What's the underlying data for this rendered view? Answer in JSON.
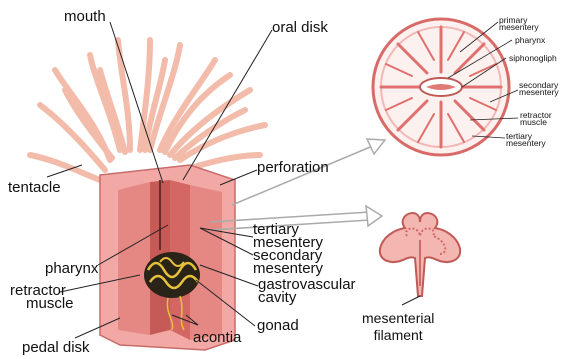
{
  "labels": {
    "mouth": "mouth",
    "oral_disk": "oral disk",
    "tentacle": "tentacle",
    "perforation": "perforation",
    "tertiary_mesentery": [
      "tertiary",
      "mesentery"
    ],
    "secondary_mesentery": [
      "secondary",
      "mesentery"
    ],
    "pharynx": "pharynx",
    "retractor_muscle": [
      "retractor",
      "muscle"
    ],
    "gastrovascular_cavity": [
      "gastrovascular",
      "cavity"
    ],
    "gonad": "gonad",
    "pedal_disk": "pedal disk",
    "acontia": "acontia",
    "mesenterial_filament": [
      "mesenterial",
      "filament"
    ]
  },
  "cross_section_labels": {
    "primary_mesentery": [
      "primary",
      "mesentery"
    ],
    "pharynx": "pharynx",
    "siphonoglyph": "siphonogliph",
    "secondary_mesentery": [
      "secondary",
      "mesentery"
    ],
    "retractor_muscle": [
      "retractor",
      "muscle"
    ],
    "tertiary_mesentery": [
      "tertiary",
      "mesentery"
    ]
  },
  "colors": {
    "body": "#f2a9a6",
    "body_dark": "#d9726f",
    "tentacle": "#f6c4b5",
    "gonad": "#2a2318",
    "gonad_rim": "#e6c13a",
    "line": "#222222"
  }
}
